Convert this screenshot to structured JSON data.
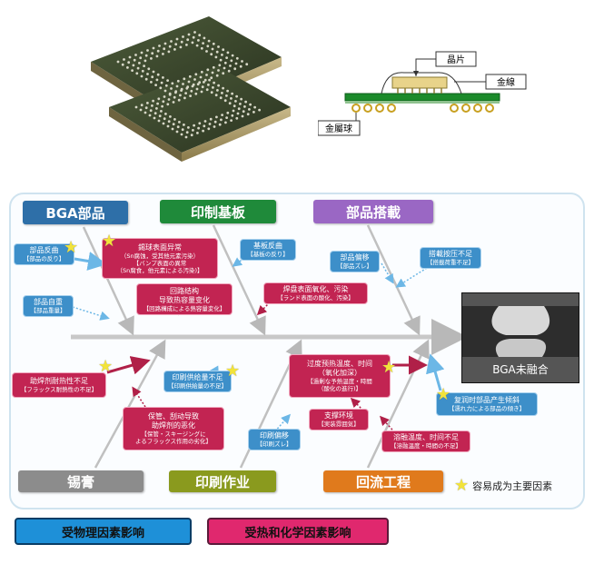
{
  "top_diagram": {
    "label_chip": "晶片",
    "label_wire": "金線",
    "label_ball": "金屬球"
  },
  "categories": {
    "bga": "BGA部品",
    "pcb": "印制基板",
    "mount": "部品搭載",
    "paste": "锡膏",
    "print": "印刷作业",
    "reflow": "回流工程"
  },
  "boxes": {
    "b1": {
      "l1": "部品反曲",
      "l2": "【部品の反り】"
    },
    "b2": {
      "l1": "錫球表面异常",
      "l2": "（Sn腐蚀，受其他元素污染）",
      "l3": "【バンプ表面の異常",
      "l4": "（Sn腐食，他元素による汚染)】"
    },
    "b3": {
      "l1": "基板反曲",
      "l2": "【基板の反り】"
    },
    "b4": {
      "l1": "部品偏移",
      "l2": "【部品ズレ】"
    },
    "b5": {
      "l1": "搭載按压不足",
      "l2": "【搭載荷重不足】"
    },
    "b6": {
      "l1": "部品自重",
      "l2": "【部品重量】"
    },
    "b7": {
      "l1": "回路结构",
      "l2": "导致热容量变化",
      "l3": "【回路構成による熱容量変化】"
    },
    "b8": {
      "l1": "焊盘表面氧化、污染",
      "l2": "【ランド表面の酸化、汚染】"
    },
    "b9": {
      "l1": "助焊剂耐热性不足",
      "l2": "【フラックス耐熱性の不足】"
    },
    "b10": {
      "l1": "印刷供给量不足",
      "l2": "【印刷供給量の不足】"
    },
    "b11": {
      "l1": "过度预热温度、时间",
      "l2": "（氧化加深）",
      "l3": "【過剰な予熱温度・時間",
      "l4": "（酸化の進行)】"
    },
    "b12": {
      "l1": "保管、刮动导致",
      "l2": "助焊剂的恶化",
      "l3": "【保管・スキージングに",
      "l4": "よるフラックス作用の劣化】"
    },
    "b13": {
      "l1": "支撑环境",
      "l2": "【実装雰囲気】"
    },
    "b14": {
      "l1": "复润时部品产生倾斜",
      "l2": "【濡れ力による部品の傾き】"
    },
    "b15": {
      "l1": "印刷偏移",
      "l2": "【印刷ズレ】"
    },
    "b16": {
      "l1": "溶融温度、时间不足",
      "l2": "【溶融温度・時間の不足】"
    }
  },
  "effect": {
    "label": "BGA未融合"
  },
  "star_note": "容易成为主要因素",
  "legend": {
    "physical": "受物理因素影响",
    "chemical": "受热和化学因素影响"
  },
  "colors": {
    "physical": "#3d8fc9",
    "chemical": "#c22452",
    "arrow_physical": "#6cb7e6",
    "arrow_chemical": "#b02048"
  }
}
